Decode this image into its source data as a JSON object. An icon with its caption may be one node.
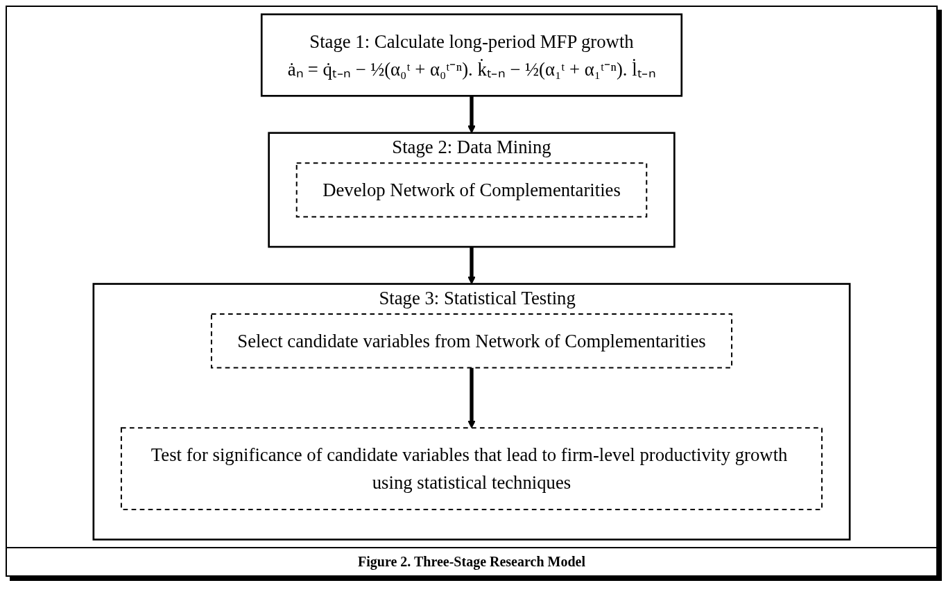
{
  "diagram": {
    "caption": "Figure 2. Three-Stage Research Model",
    "nodes": [
      {
        "text": [
          "Stage 1: Calculate long-period MFP growth",
          "ȧₙ = q̇ₜ₋ₙ − ½(α₀ᵗ + α₀ᵗ⁻ⁿ). k̇ₜ₋ₙ − ½(α₁ᵗ + α₁ᵗ⁻ⁿ). l̇ₜ₋ₙ"
        ]
      },
      {
        "text": [
          "Stage 2: Data Mining"
        ]
      },
      {
        "text": [
          "Develop Network of Complementarities"
        ],
        "in": 1
      },
      {
        "text": [
          "Stage 3: Statistical Testing"
        ]
      },
      {
        "text": [
          "Select candidate variables from Network of Complementarities"
        ],
        "in": 3
      },
      {
        "text": [
          "Test for significance of candidate variables that lead to firm-level productivity growth using statistical techniques"
        ],
        "in": 3
      }
    ],
    "edges": [
      {
        "from": 0,
        "to": 1,
        "arrow": "to"
      },
      {
        "from": 1,
        "to": 3,
        "arrow": "to"
      },
      {
        "from": 4,
        "to": 5,
        "arrow": "to"
      }
    ]
  }
}
